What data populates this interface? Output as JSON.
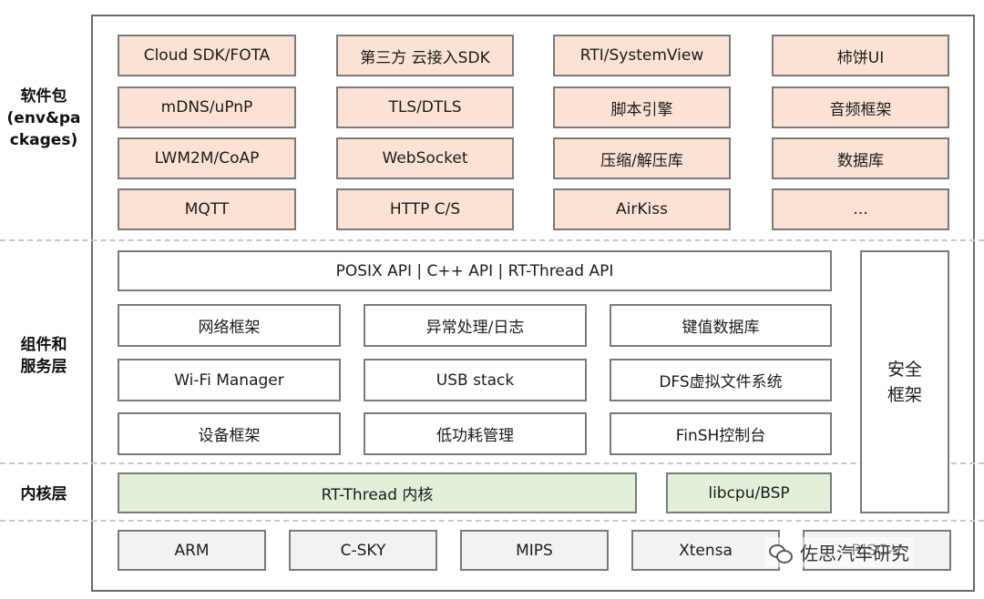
{
  "layers": {
    "packages": "软件包\n(env&pa\nckages)",
    "services": "组件和\n服务层",
    "kernel": "内核层"
  },
  "packages": {
    "row1": [
      "Cloud SDK/FOTA",
      "第三方 云接入SDK",
      "RTI/SystemView",
      "柿饼UI"
    ],
    "row2": [
      "mDNS/uPnP",
      "TLS/DTLS",
      "脚本引擎",
      "音频框架"
    ],
    "row3": [
      "LWM2M/CoAP",
      "WebSocket",
      "压缩/解压库",
      "数据库"
    ],
    "row4": [
      "MQTT",
      "HTTP C/S",
      "AirKiss",
      "..."
    ]
  },
  "services": {
    "api": "POSIX API  |  C++ API  |  RT-Thread API",
    "row1": [
      "网络框架",
      "异常处理/日志",
      "键值数据库"
    ],
    "row2": [
      "Wi-Fi Manager",
      "USB stack",
      "DFS虚拟文件系统"
    ],
    "row3": [
      "设备框架",
      "低功耗管理",
      "FinSH控制台"
    ]
  },
  "security": {
    "line1": "安全",
    "line2": "框架"
  },
  "kernel": {
    "core": "RT-Thread  内核",
    "bsp": "libcpu/BSP"
  },
  "arch": [
    "ARM",
    "C-SKY",
    "MIPS",
    "Xtensa",
    "RISC-V"
  ],
  "watermark": {
    "text": "佐思汽车研究",
    "icon": "wechat-icon"
  },
  "colors": {
    "package_fill": "#fbe2d4",
    "kernel_fill": "#e2efd9",
    "arch_fill": "#f2f2f2",
    "border": "#7a7a7a"
  }
}
